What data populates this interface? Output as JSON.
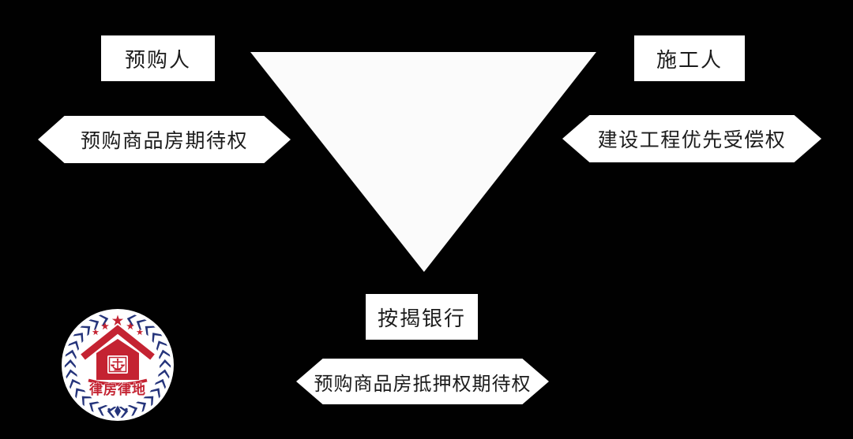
{
  "diagram": {
    "parties": {
      "prebuyer": "预购人",
      "constructor": "施工人",
      "bank": "按揭银行"
    },
    "rights": {
      "prebuyer_right": "预购商品房期待权",
      "constructor_right": "建设工程优先受偿权",
      "bank_right": "预购商品房抵押权期待权"
    }
  },
  "logo": {
    "text": "律房律地"
  },
  "colors": {
    "background": "#010101",
    "shape_fill": "#ffffff",
    "text": "#1c1c1c",
    "triangle_fill": "#fbfbfb",
    "logo_red": "#c42332",
    "logo_navy": "#25347b"
  }
}
